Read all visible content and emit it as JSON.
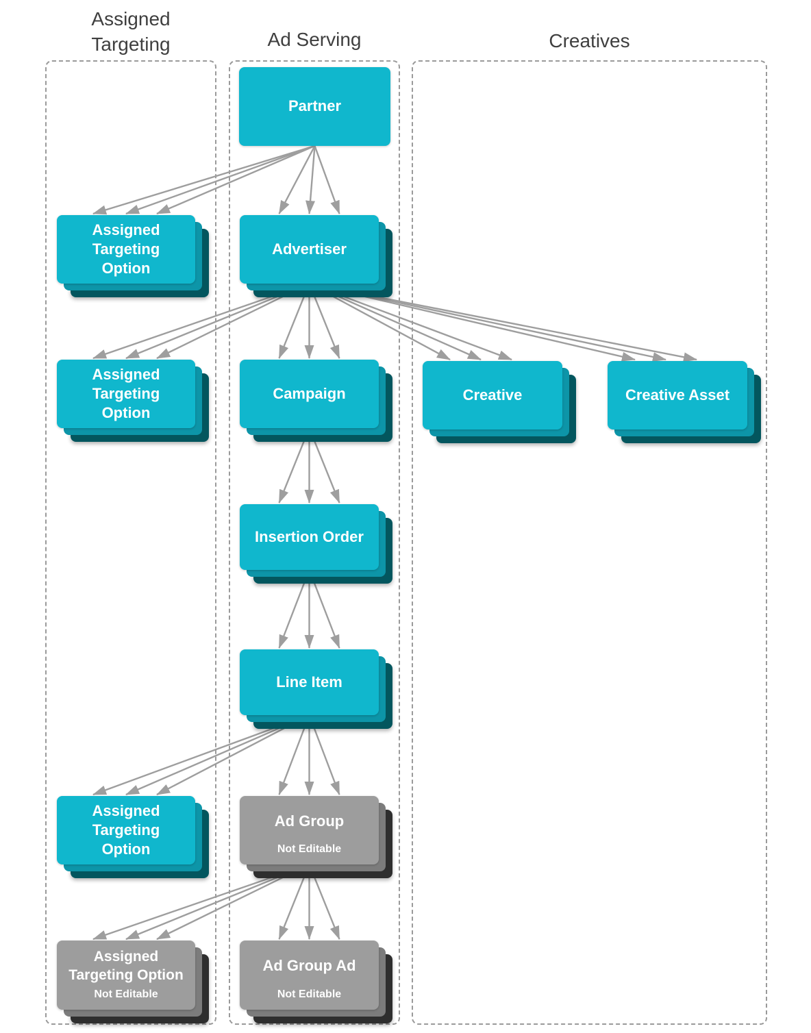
{
  "headings": {
    "assigned_targeting": "Assigned Targeting",
    "ad_serving": "Ad Serving",
    "creatives": "Creatives"
  },
  "nodes": {
    "partner": {
      "label": "Partner"
    },
    "ato1": {
      "label": "Assigned Targeting Option"
    },
    "advertiser": {
      "label": "Advertiser"
    },
    "ato2": {
      "label": "Assigned Targeting Option"
    },
    "campaign": {
      "label": "Campaign"
    },
    "creative": {
      "label": "Creative"
    },
    "creative_asset": {
      "label": "Creative Asset"
    },
    "insertion_order": {
      "label": "Insertion Order"
    },
    "line_item": {
      "label": "Line Item"
    },
    "ato3": {
      "label": "Assigned Targeting Option"
    },
    "ad_group": {
      "label": "Ad Group",
      "sublabel": "Not Editable"
    },
    "ato4": {
      "label": "Assigned Targeting Option",
      "sublabel": "Not Editable"
    },
    "ad_group_ad": {
      "label": "Ad Group Ad",
      "sublabel": "Not Editable"
    }
  },
  "connections": [
    {
      "from": "partner",
      "to": "ato1"
    },
    {
      "from": "partner",
      "to": "advertiser"
    },
    {
      "from": "advertiser",
      "to": "ato2"
    },
    {
      "from": "advertiser",
      "to": "campaign"
    },
    {
      "from": "advertiser",
      "to": "creative"
    },
    {
      "from": "advertiser",
      "to": "creative_asset"
    },
    {
      "from": "campaign",
      "to": "insertion_order"
    },
    {
      "from": "insertion_order",
      "to": "line_item"
    },
    {
      "from": "line_item",
      "to": "ato3"
    },
    {
      "from": "line_item",
      "to": "ad_group"
    },
    {
      "from": "ad_group",
      "to": "ato4"
    },
    {
      "from": "ad_group",
      "to": "ad_group_ad"
    }
  ],
  "colors": {
    "node_teal": "#10b7cd",
    "node_teal_shadow1": "#0d95a8",
    "node_teal_shadow2": "#03565e",
    "node_gray": "#9d9d9d",
    "node_gray_shadow1": "#7c7c7c",
    "node_gray_shadow2": "#2e2e2e",
    "arrow": "#9e9e9e",
    "column_border": "#9a9a9a",
    "heading_text": "#3f3f3f",
    "label_text": "#ffffff"
  }
}
